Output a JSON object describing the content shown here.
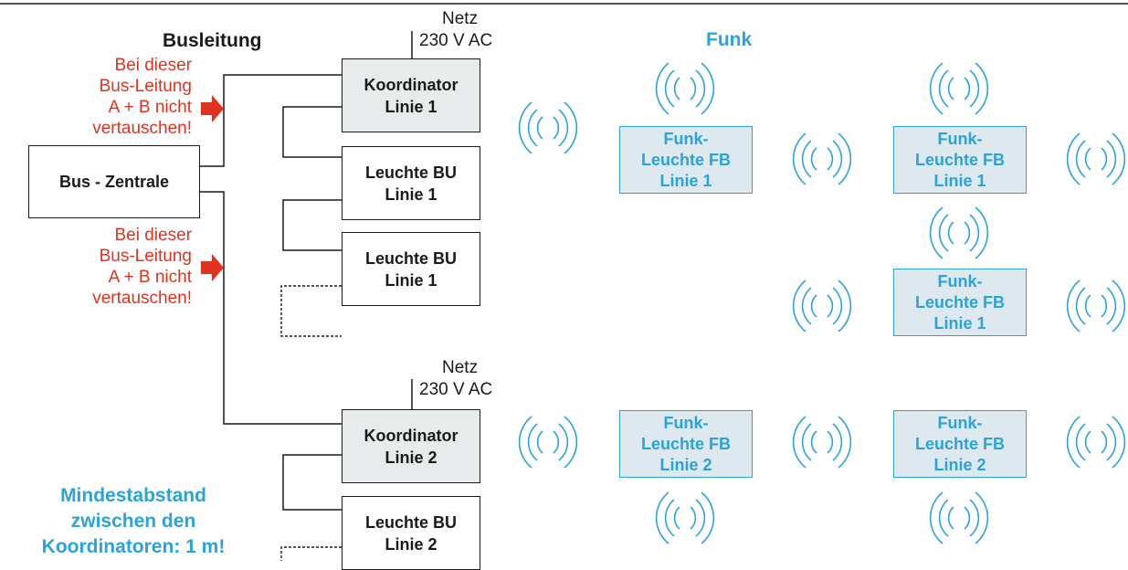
{
  "header": {
    "busleitung": "Busleitung",
    "funk": "Funk"
  },
  "power": {
    "label_1": "Netz",
    "label_2": "230 V AC"
  },
  "warning": {
    "line_1": "Bei dieser",
    "line_2": "Bus-Leitung",
    "line_3": "A + B nicht",
    "line_4": "vertauschen!"
  },
  "zentrale": {
    "label": "Bus - Zentrale"
  },
  "koordinator_1": {
    "line_1": "Koordinator",
    "line_2": "Linie 1"
  },
  "koordinator_2": {
    "line_1": "Koordinator",
    "line_2": "Linie 2"
  },
  "bu_1": {
    "line_1": "Leuchte BU",
    "line_2": "Linie 1"
  },
  "bu_2": {
    "line_1": "Leuchte BU",
    "line_2": "Linie 2"
  },
  "funk_1": {
    "line_1": "Funk-",
    "line_2": "Leuchte FB",
    "line_3": "Linie 1"
  },
  "funk_2": {
    "line_1": "Funk-",
    "line_2": "Leuchte FB",
    "line_3": "Linie 2"
  },
  "note": {
    "line_1": "Mindestabstand",
    "line_2": "zwischen den",
    "line_3": "Koordinatoren: 1 m!"
  },
  "colors": {
    "funk_blue": "#2aa3d9",
    "warning_red": "#e0331f",
    "line": "#1a1a1a"
  }
}
